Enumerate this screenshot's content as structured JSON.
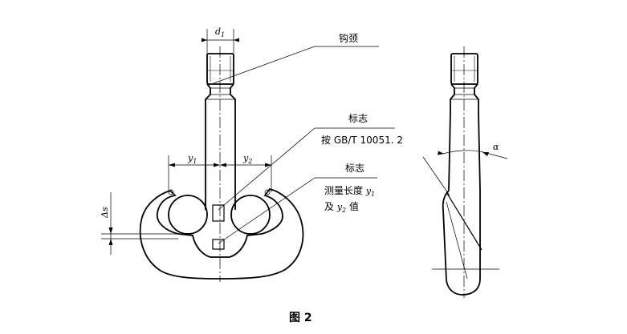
{
  "labels": {
    "d1_main": "d",
    "d1_sub": "1",
    "neck": "钩颈",
    "mark1": "标志",
    "mark1_std": "按 GB/T 10051. 2",
    "mark2": "标志",
    "mark2_line1_prefix": "测量长度 ",
    "mark2_line1_var": "y",
    "mark2_line1_sub": "1",
    "mark2_line2_prefix": "及 ",
    "mark2_line2_var": "y",
    "mark2_line2_sub": "2",
    "mark2_line2_suffix": " 值",
    "y1_main": "y",
    "y1_sub": "1",
    "y2_main": "y",
    "y2_sub": "2",
    "delta_s": "Δs",
    "alpha": "α"
  },
  "caption": "图 2"
}
